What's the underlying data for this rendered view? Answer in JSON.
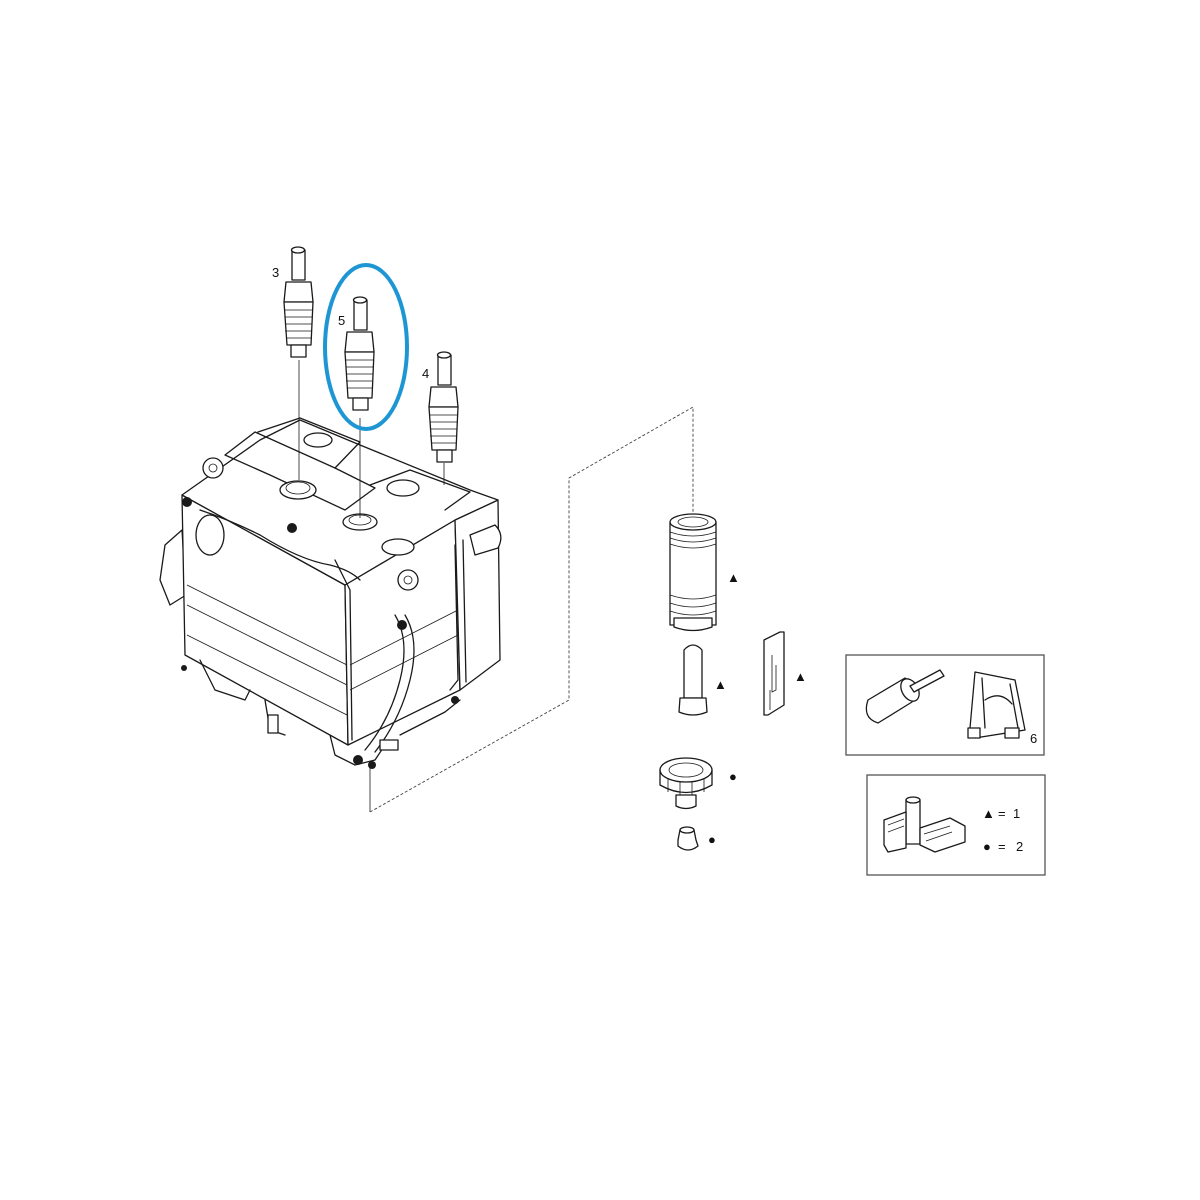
{
  "diagram": {
    "type": "exploded-parts-diagram",
    "subject": "heater block assembly with sensor probes",
    "highlight_color": "#1e96d4",
    "line_color": "#1a1a1a",
    "background": "#ffffff"
  },
  "callouts": {
    "part3": "3",
    "part4": "4",
    "part5": "5",
    "part6": "6"
  },
  "highlighted_part": "5",
  "markers": {
    "triangle": "▲",
    "dot": "●"
  },
  "legend": {
    "triangle_symbol": "▲",
    "triangle_eq": "=",
    "triangle_value": "1",
    "dot_symbol": "●",
    "dot_eq": "=",
    "dot_value": "2"
  },
  "parts_list": [
    {
      "id": "3",
      "name": "sensor probe (left)"
    },
    {
      "id": "5",
      "name": "sensor probe (center, highlighted)"
    },
    {
      "id": "4",
      "name": "sensor probe (right)"
    },
    {
      "id": "6",
      "name": "connector / clip kit"
    },
    {
      "id": "▲",
      "name": "threaded sleeve, pin, clip (kit 1)"
    },
    {
      "id": "●",
      "name": "nut cap, plug (kit 2)"
    }
  ]
}
